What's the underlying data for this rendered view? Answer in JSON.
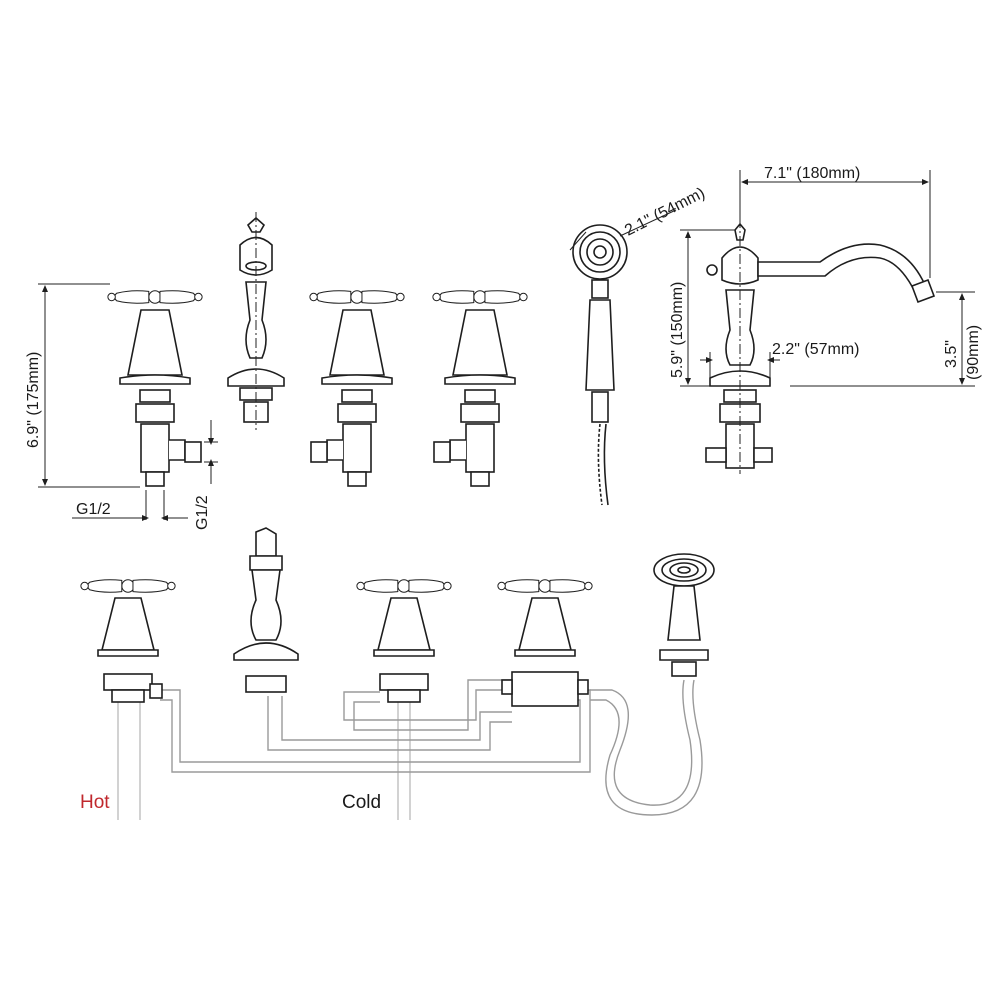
{
  "dimensions": {
    "height_left": "6.9\" (175mm)",
    "thread_horizontal": "G1/2",
    "thread_vertical": "G1/2",
    "handshower_diameter": "2.1\" (54mm)",
    "spout_reach": "7.1\" (180mm)",
    "spout_height": "5.9\" (150mm)",
    "spout_base": "2.2\" (57mm)",
    "spout_outlet_height_in": "3.5\"",
    "spout_outlet_height_mm": "(90mm)"
  },
  "labels": {
    "hot": "Hot",
    "cold": "Cold"
  },
  "colors": {
    "hot": "#c0282d",
    "cold": "#1a1a1a",
    "line": "#1e1e1e",
    "pipe": "#9a9a9a"
  }
}
